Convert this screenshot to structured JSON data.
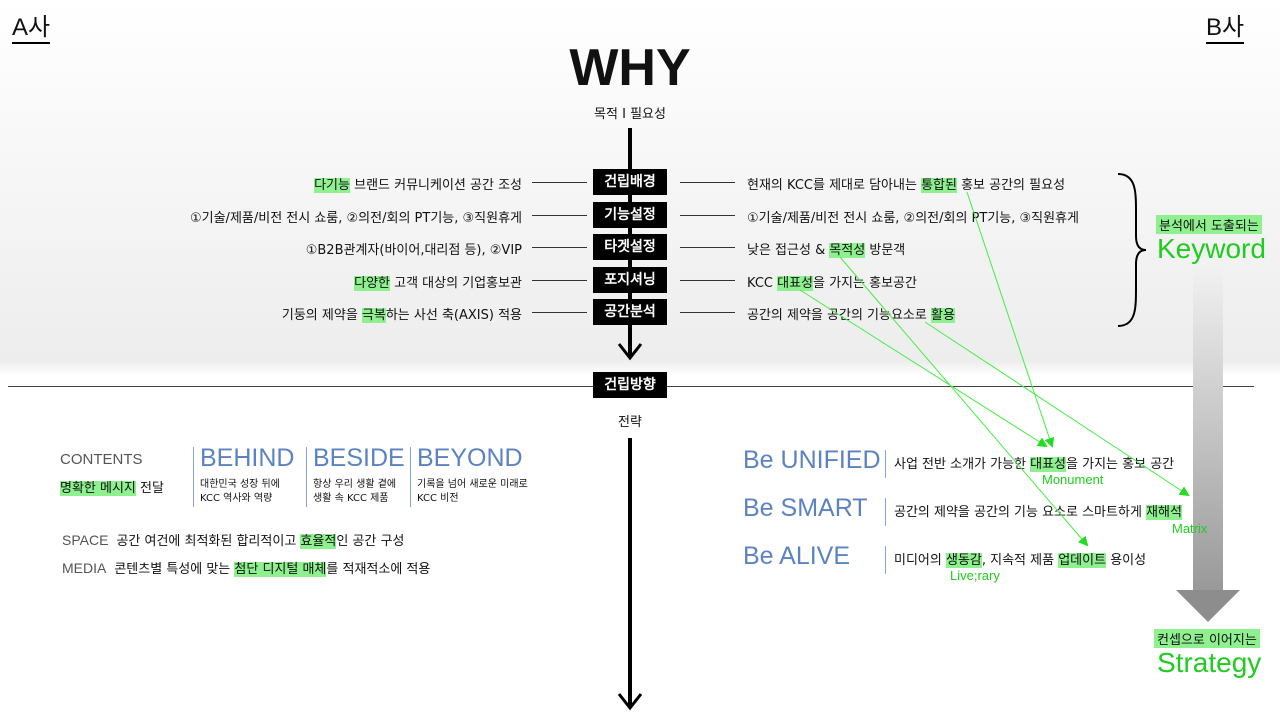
{
  "corners": {
    "left": "A사",
    "right": "B사"
  },
  "header": {
    "title": "WHY",
    "subtitle": "목적 I 필요성"
  },
  "rows": [
    {
      "tag": "건립배경",
      "left_hl": "다기능",
      "left": " 브랜드 커뮤니케이션 공간 조성",
      "right_pre": "현재의 KCC를 제대로 담아내는 ",
      "right_hl": "통합된",
      "right_post": " 홍보 공간의 필요성"
    },
    {
      "tag": "기능설정",
      "left_hl": "",
      "left": "①기술/제품/비전 전시 쇼룸, ②의전/회의 PT기능, ③직원휴게",
      "right_pre": "①기술/제품/비전 전시 쇼룸, ②의전/회의 PT기능, ③직원휴게",
      "right_hl": "",
      "right_post": ""
    },
    {
      "tag": "타겟설정",
      "left_hl": "",
      "left": "①B2B관계자(바이어,대리점 등), ②VIP",
      "right_pre": "낮은 접근성 & ",
      "right_hl": "목적성",
      "right_post": " 방문객"
    },
    {
      "tag": "포지셔닝",
      "left_hl": "다양한",
      "left": " 고객 대상의 기업홍보관",
      "right_pre": "KCC ",
      "right_hl": "대표성",
      "right_post": "을 가지는 홍보공간"
    },
    {
      "tag": "공간분석",
      "left_pre": "기둥의 제약을 ",
      "left_hl": "극복",
      "left": "하는 사선 축(AXIS) 적용",
      "right_pre": "공간의 제약을 공간의 기능요소로 ",
      "right_hl": "활용",
      "right_post": ""
    }
  ],
  "keyword": {
    "caption": "분석에서 도출되는",
    "title": "Keyword"
  },
  "direction": {
    "tag": "건립방향",
    "subtitle": "전략"
  },
  "contents": {
    "label": "CONTENTS",
    "hl": "명확한 메시지",
    "text": " 전달",
    "columns": [
      {
        "title": "BEHIND",
        "l1": "대한민국 성장 뒤에",
        "l2": "KCC 역사와 역량"
      },
      {
        "title": "BESIDE",
        "l1": "항상 우리 생활 곁에",
        "l2": "생활 속 KCC 제품"
      },
      {
        "title": "BEYOND",
        "l1": "기록을 넘어 새로운 미래로",
        "l2": "KCC 비전"
      }
    ]
  },
  "space": {
    "label": "SPACE",
    "pre": "공간 여건에 최적화된 합리적이고 ",
    "hl": "효율적",
    "post": "인 공간 구성"
  },
  "media": {
    "label": "MEDIA",
    "pre": "콘텐츠별 특성에 맞는 ",
    "hl": "첨단 디지털 매체",
    "post": "를 적재적소에 적용"
  },
  "be": [
    {
      "title": "Be UNIFIED",
      "pre": "사업 전반 소개가 가능한 ",
      "hl": "대표성",
      "post": "을 가지는 홍보 공간",
      "hl2": "",
      "post2": "",
      "note": "Monument"
    },
    {
      "title": "Be SMART",
      "pre": "공간의 제약을 공간의 기능 요소로 스마트하게 ",
      "hl": "재해석",
      "post": "",
      "hl2": "",
      "post2": "",
      "note": "Matrix"
    },
    {
      "title": "Be ALIVE",
      "pre": "미디어의 ",
      "hl": "생동감",
      "post": ", 지속적 제품 ",
      "hl2": "업데이트",
      "post2": " 용이성",
      "note": "Live;rary"
    }
  ],
  "strategy": {
    "caption": "컨셉으로 이어지는",
    "title": "Strategy"
  },
  "colors": {
    "highlight": "#8ef08e",
    "accent_green": "#1fcc1f",
    "blue": "#5b83c4"
  }
}
